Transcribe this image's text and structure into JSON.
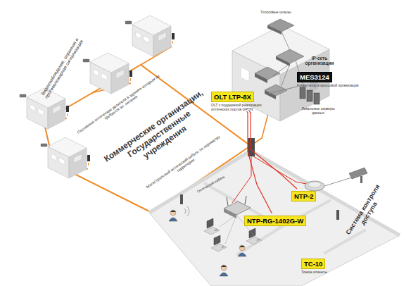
{
  "diagram": {
    "nodes": [
      {
        "text": [
          "MES3124",
          "Коммутатор в кроссовой организации"
        ]
      },
      {
        "text": [
          "OLT LTP-8X",
          "OLT с поддержкой реализации оптических портов GPON"
        ]
      },
      {
        "text": [
          "NTP-2"
        ]
      },
      {
        "text": [
          "NTP-RG-1402G-W"
        ]
      },
      {
        "text": [
          "TC-10",
          "Тонкие клиенты"
        ]
      }
    ],
    "edges": [
      {
        "from": 0,
        "to": 1,
        "arrow": "none"
      },
      {
        "from": 1,
        "to": 3,
        "arrow": "none"
      },
      {
        "from": 1,
        "to": 2,
        "arrow": "none"
      }
    ],
    "labels": [
      "Видеонаблюдение, охранная и противопожарная сигнализация",
      "Голосовые шлюзы",
      "IP-сеть организации",
      "Пассивные оптические делители в зданиях которым не требуется эл. питания",
      "Коммерческие организации, Государственные учреждения",
      "Магистральный оптический кабель по периметру территории",
      "Локальные серверы данных",
      "Оптический кабель",
      "Система контроля доступа"
    ]
  }
}
